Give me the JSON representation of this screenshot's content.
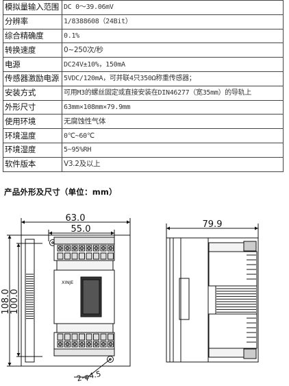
{
  "spec_rows": [
    {
      "key": "模拟量输入范围",
      "value": "DC 0～39.06mV"
    },
    {
      "key": "分辨率",
      "value": "1/8388608（24Bit）"
    },
    {
      "key": "综合精确度",
      "value": "0.1%"
    },
    {
      "key": "转换速度",
      "value": "0~250次/秒"
    },
    {
      "key": "电源",
      "value": "DC24V±10%，150mA"
    },
    {
      "key": "传感器激励电源",
      "value": "5VDC/120mA，可并联4只350Ω称重传感器；"
    },
    {
      "key": "安装方式",
      "value": "可用M3的螺丝固定或直接安装在DIN46277（宽35mm）的导轨上"
    },
    {
      "key": "外形尺寸",
      "value": "63mm×108mm×79.9mm"
    },
    {
      "key": "使用环境",
      "value": "无腐蚀性气体"
    },
    {
      "key": "环境温度",
      "value": "0℃~60℃"
    },
    {
      "key": "环境湿度",
      "value": "5~95%RH"
    },
    {
      "key": "软件版本",
      "value": "V3.2及以上"
    }
  ],
  "section_title": "产品外形及尺寸（单位：mm）",
  "drawing": {
    "brand": "XINJE",
    "dim_width_outer": "63.0",
    "dim_width_inner": "55.0",
    "dim_height_outer": "108.0",
    "dim_height_inner": "100.0",
    "dim_hole": "2-φ4.5",
    "dim_depth": "79.9"
  }
}
